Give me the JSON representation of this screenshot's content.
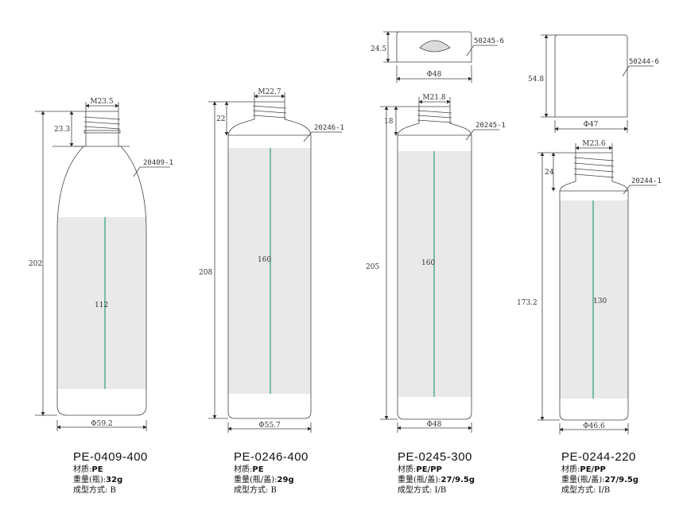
{
  "products": [
    {
      "model": "PE-0409-400",
      "bottle_code": "20409-1",
      "neck_dim": "M23.5",
      "neck_height": "23.3",
      "total_height": "202",
      "label_height": "112",
      "base_width": "Φ59.2",
      "spec_lines": [
        {
          "label": "材质:",
          "value": "PE"
        },
        {
          "label": "重量(瓶):",
          "value": "32g"
        },
        {
          "label": "成型方式:",
          "value": " B"
        }
      ]
    },
    {
      "model": "PE-0246-400",
      "bottle_code": "20246-1",
      "neck_dim": "M22.7",
      "neck_height": "22",
      "total_height": "208",
      "label_height": "160",
      "base_width": "Φ55.7",
      "spec_lines": [
        {
          "label": "材质:",
          "value": "PE"
        },
        {
          "label": "重量(瓶/盖):",
          "value": "29g"
        },
        {
          "label": "成型方式:",
          "value": " B"
        }
      ]
    },
    {
      "model": "PE-0245-300",
      "bottle_code": "20245-1",
      "cap_code": "50245-6",
      "cap_height": "24.5",
      "cap_width": "Φ48",
      "neck_dim": "M21.8",
      "neck_height": "18",
      "total_height": "205",
      "label_height": "160",
      "base_width": "Φ48",
      "spec_lines": [
        {
          "label": "材质:",
          "value": "PE/PP"
        },
        {
          "label": "重量(瓶/盖):",
          "value": "27/9.5g"
        },
        {
          "label": "成型方式:",
          "value": " I/B"
        }
      ]
    },
    {
      "model": "PE-0244-220",
      "bottle_code": "20244-1",
      "cap_code": "50244-6",
      "cap_height": "54.8",
      "cap_width": "Φ47",
      "neck_dim": "M23.6",
      "neck_height": "24",
      "total_height": "173.2",
      "label_height": "130",
      "base_width": "Φ46.6",
      "spec_lines": [
        {
          "label": "材质:",
          "value": "PE/PP"
        },
        {
          "label": "重量(瓶/盖):",
          "value": "27/9.5g"
        },
        {
          "label": "成型方式:",
          "value": " I/B"
        }
      ]
    }
  ]
}
